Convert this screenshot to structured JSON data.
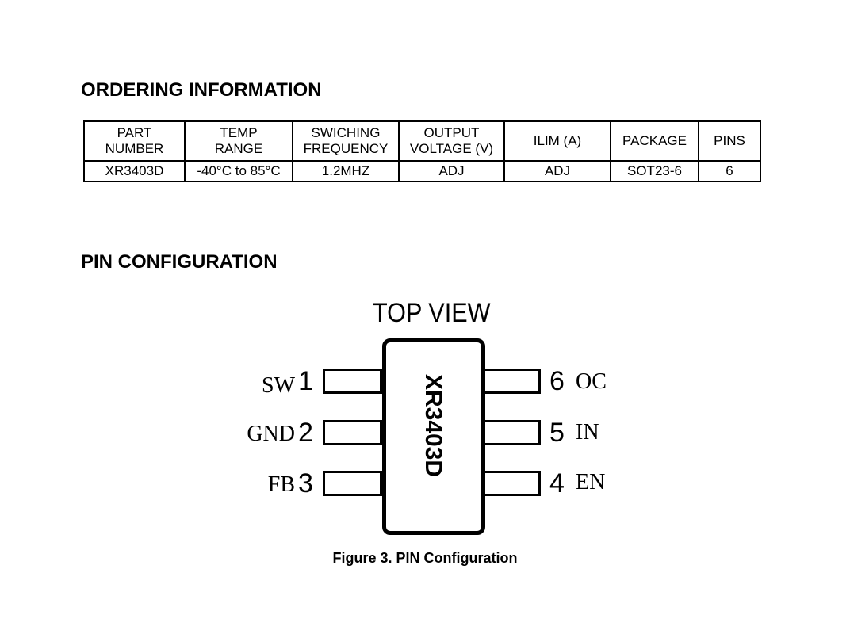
{
  "ordering": {
    "heading": "ORDERING INFORMATION",
    "columns": [
      {
        "line1": "PART",
        "line2": "NUMBER"
      },
      {
        "line1": "TEMP",
        "line2": "RANGE"
      },
      {
        "line1": "SWICHING",
        "line2": "FREQUENCY"
      },
      {
        "line1": "OUTPUT",
        "line2": "VOLTAGE (V)"
      },
      {
        "line1": "ILIM (A)",
        "line2": ""
      },
      {
        "line1": "PACKAGE",
        "line2": ""
      },
      {
        "line1": "PINS",
        "line2": ""
      }
    ],
    "row": [
      "XR3403D",
      "-40°C to 85°C",
      "1.2MHZ",
      "ADJ",
      "ADJ",
      "SOT23-6",
      "6"
    ]
  },
  "pin_config": {
    "heading": "PIN CONFIGURATION",
    "top_view": "TOP VIEW",
    "chip_label": "XR3403D",
    "left_pins": [
      {
        "number": "1",
        "name": "SW"
      },
      {
        "number": "2",
        "name": "GND"
      },
      {
        "number": "3",
        "name": "FB"
      }
    ],
    "right_pins": [
      {
        "number": "6",
        "name": "OC"
      },
      {
        "number": "5",
        "name": "IN"
      },
      {
        "number": "4",
        "name": "EN"
      }
    ],
    "caption": "Figure 3.  PIN Configuration"
  }
}
